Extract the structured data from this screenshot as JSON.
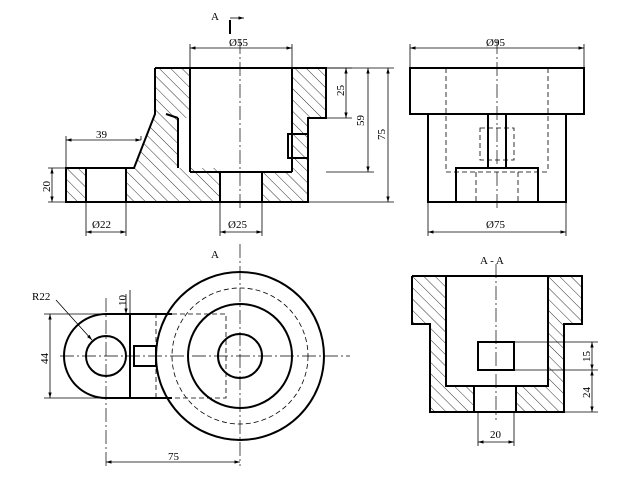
{
  "section_marks": {
    "front_top": "A",
    "top_view": "A",
    "section_title": "A - A"
  },
  "dimensions": {
    "front": {
      "dia_top": "Ø55",
      "d25": "25",
      "d59": "59",
      "d75": "75",
      "d39": "39",
      "d20": "20",
      "dia_hole": "Ø22",
      "dia_bottom": "Ø25"
    },
    "side": {
      "dia_top": "Ø95",
      "dia_bottom": "Ø75"
    },
    "top": {
      "radius": "R22",
      "d10": "10",
      "d44": "44",
      "d75": "75"
    },
    "section": {
      "d15": "15",
      "d24": "24",
      "d20": "20"
    }
  }
}
